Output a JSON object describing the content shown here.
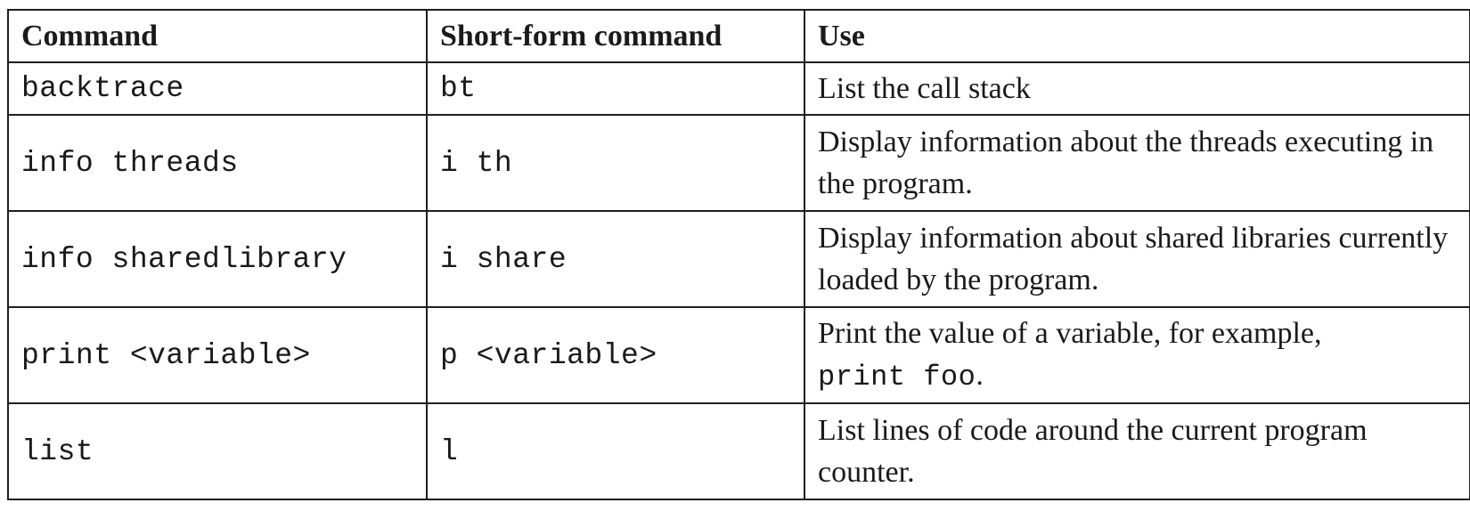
{
  "table": {
    "headers": {
      "command": "Command",
      "short": "Short-form command",
      "use": "Use"
    },
    "rows": [
      {
        "command": "backtrace",
        "short": "bt",
        "use": "List the call stack"
      },
      {
        "command": "info threads",
        "short": "i th",
        "use": "Display information about the threads executing in the program."
      },
      {
        "command": "info sharedlibrary",
        "short": "i share",
        "use": "Display information about shared libraries currently loaded by the program."
      },
      {
        "command": "print <variable>",
        "short": "p <variable>",
        "use_prefix": "Print the value of a variable, for example,",
        "use_code": "print foo",
        "use_suffix": "."
      },
      {
        "command": "list",
        "short": "l",
        "use": "List lines of code around the current program counter."
      }
    ]
  }
}
